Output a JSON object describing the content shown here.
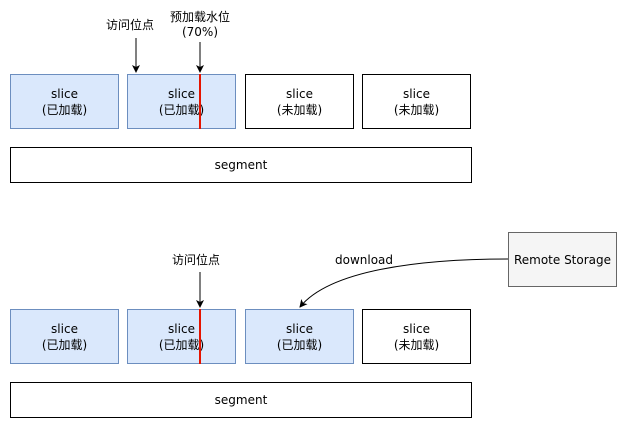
{
  "colors": {
    "loaded_fill": "#dae8fc",
    "loaded_stroke": "#6c8ebf",
    "unloaded_fill": "#ffffff",
    "remote_fill": "#f5f5f5",
    "remote_stroke": "#666666",
    "watermark_line": "#e51400"
  },
  "top": {
    "access_point_label": "访问位点",
    "watermark_label_line1": "预加载水位",
    "watermark_label_line2": "(70%)",
    "slices": [
      {
        "title": "slice",
        "status": "(已加载)",
        "loaded": true
      },
      {
        "title": "slice",
        "status": "(已加载)",
        "loaded": true
      },
      {
        "title": "slice",
        "status": "(未加载)",
        "loaded": false
      },
      {
        "title": "slice",
        "status": "(未加载)",
        "loaded": false
      }
    ],
    "segment_label": "segment"
  },
  "bottom": {
    "access_point_label": "访问位点",
    "download_label": "download",
    "remote_storage_label": "Remote Storage",
    "slices": [
      {
        "title": "slice",
        "status": "(已加载)",
        "loaded": true
      },
      {
        "title": "slice",
        "status": "(已加载)",
        "loaded": true
      },
      {
        "title": "slice",
        "status": "(已加载)",
        "loaded": true
      },
      {
        "title": "slice",
        "status": "(未加载)",
        "loaded": false
      }
    ],
    "segment_label": "segment"
  }
}
